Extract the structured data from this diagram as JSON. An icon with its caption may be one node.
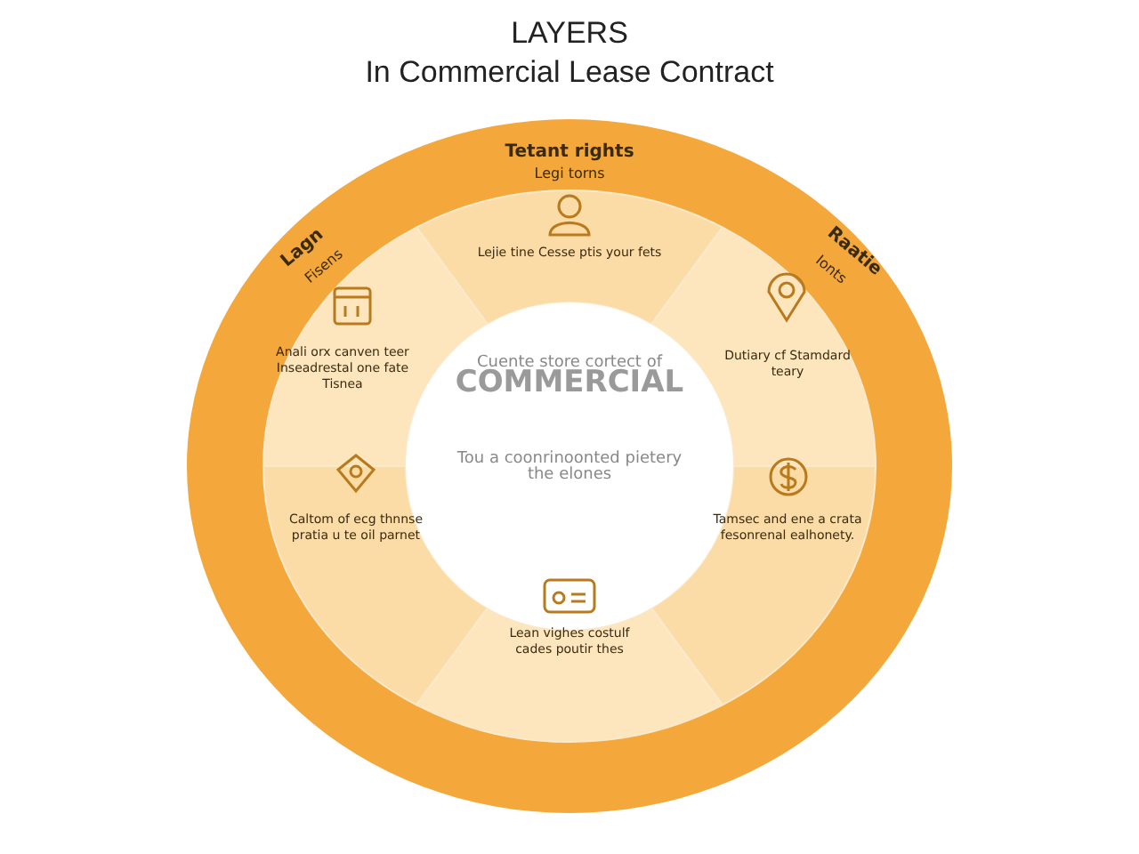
{
  "diagram": {
    "title": "LAYERS In Commercial Lease Contract",
    "nodes": [
      {
        "text": [
          "Cuente store cortect of",
          "COMMERCIAL",
          "Tou a coonrinoonted pietery the elones"
        ]
      },
      {
        "text": [
          "Tetant rights",
          "Legi torns",
          "Lejie tine Cesse ptis your fets"
        ]
      },
      {
        "text": [
          "Raatie",
          "Ionts",
          "Dutiary cf Stamdard teary"
        ]
      },
      {
        "text": [
          "Tamsec and ene a crata fesonrenal ealhonety."
        ]
      },
      {
        "text": [
          "Lean vighes costulf cades poutir thes"
        ]
      },
      {
        "text": [
          "Caltom of ecg thnnse pratia u te oil parnet"
        ]
      },
      {
        "text": [
          "Lagn",
          "Fisens",
          "Anali orx canven teer Inseadrestal one fate Tisnea"
        ]
      }
    ]
  }
}
